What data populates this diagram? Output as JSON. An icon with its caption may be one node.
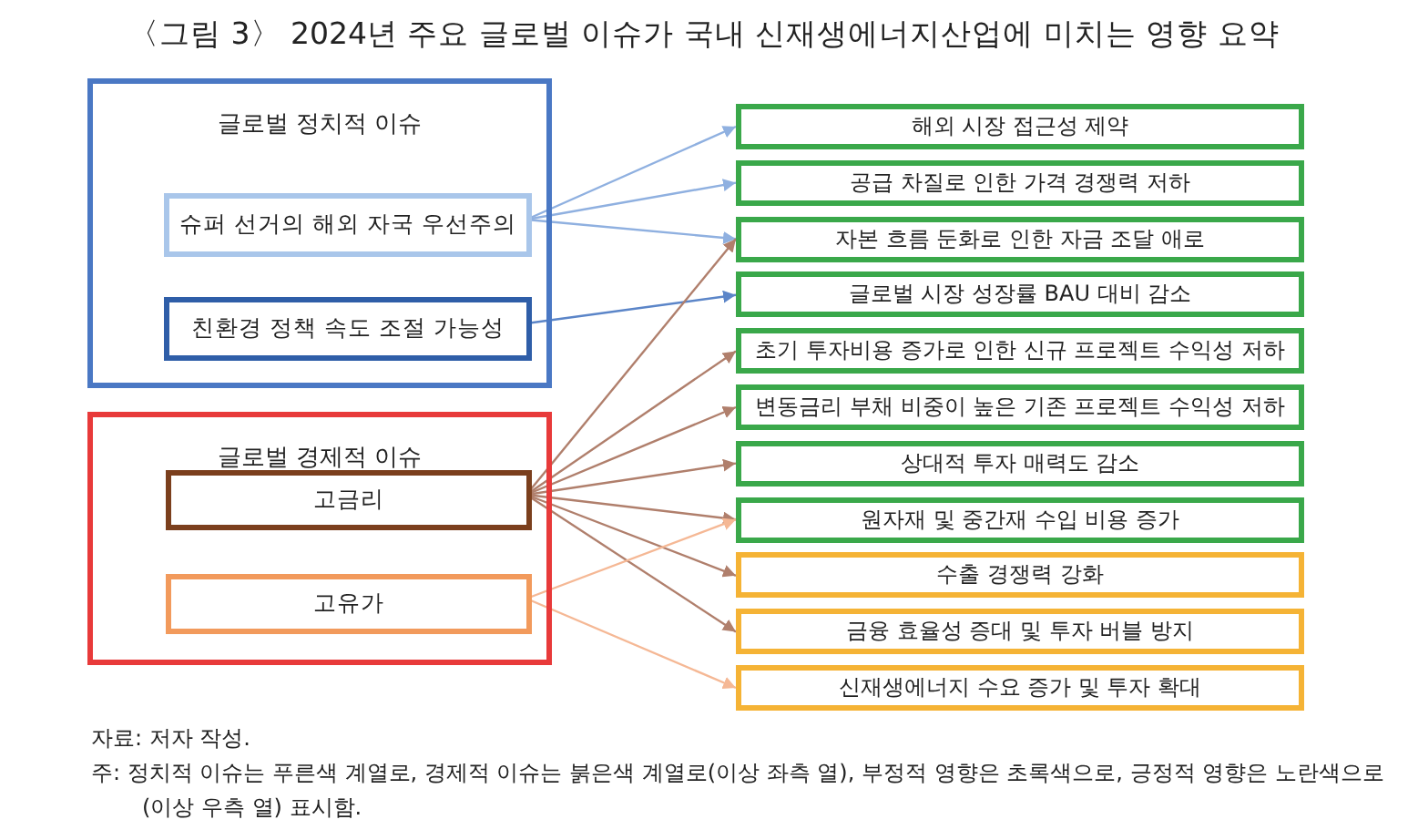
{
  "diagram": {
    "title": "〈그림 3〉 2024년 주요 글로벌 이슈가 국내 신재생에너지산업에 미치는 영향 요약",
    "nodes": [
      {
        "text": [
          "글로벌 정치적 이슈"
        ]
      },
      {
        "text": [
          "슈퍼 선거의 해외 자국 우선주의"
        ],
        "in": 0
      },
      {
        "text": [
          "친환경 정책 속도 조절 가능성"
        ],
        "in": 0
      },
      {
        "text": [
          "글로벌 경제적 이슈"
        ]
      },
      {
        "text": [
          "고금리"
        ],
        "in": 3
      },
      {
        "text": [
          "고유가"
        ],
        "in": 3
      },
      {
        "text": [
          "해외 시장 접근성 제약"
        ]
      },
      {
        "text": [
          "공급 차질로 인한 가격 경쟁력 저하"
        ]
      },
      {
        "text": [
          "자본 흐름 둔화로 인한 자금 조달 애로"
        ]
      },
      {
        "text": [
          "글로벌 시장 성장률 BAU 대비 감소"
        ]
      },
      {
        "text": [
          "초기 투자비용 증가로 인한 신규 프로젝트 수익성 저하"
        ]
      },
      {
        "text": [
          "변동금리 부채 비중이 높은 기존 프로젝트 수익성 저하"
        ]
      },
      {
        "text": [
          "상대적 투자 매력도 감소"
        ]
      },
      {
        "text": [
          "원자재 및 중간재 수입 비용 증가"
        ]
      },
      {
        "text": [
          "수출 경쟁력 강화"
        ]
      },
      {
        "text": [
          "금융 효율성 증대 및 투자 버블 방지"
        ]
      },
      {
        "text": [
          "신재생에너지 수요 증가 및 투자 확대"
        ]
      }
    ],
    "edges": [
      {
        "from": 1,
        "to": 6,
        "arrow": "to",
        "color": "#8fb0e0"
      },
      {
        "from": 1,
        "to": 7,
        "arrow": "to",
        "color": "#8fb0e0"
      },
      {
        "from": 1,
        "to": 8,
        "arrow": "to",
        "color": "#8fb0e0"
      },
      {
        "from": 2,
        "to": 9,
        "arrow": "to",
        "color": "#5b85c8"
      },
      {
        "from": 4,
        "to": 8,
        "arrow": "to"
      },
      {
        "from": 4,
        "to": 10,
        "arrow": "to"
      },
      {
        "from": 4,
        "to": 11,
        "arrow": "to"
      },
      {
        "from": 4,
        "to": 12,
        "arrow": "to"
      },
      {
        "from": 4,
        "to": 13,
        "arrow": "to"
      },
      {
        "from": 4,
        "to": 14,
        "arrow": "to"
      },
      {
        "from": 4,
        "to": 15,
        "arrow": "to"
      },
      {
        "from": 5,
        "to": 13,
        "arrow": "to",
        "color": "#f5b895"
      },
      {
        "from": 5,
        "to": 16,
        "arrow": "to",
        "color": "#f5b895"
      }
    ],
    "labels": [
      "자료: 저자 작성.",
      "주: 정치적 이슈는 푸른색 계열로, 경제적 이슈는 붉은색 계열로(이상 좌측 열), 부정적 영향은 초록색으로, 긍정적 영향은 노란색으로 (이상 우측 열) 표시함."
    ]
  }
}
